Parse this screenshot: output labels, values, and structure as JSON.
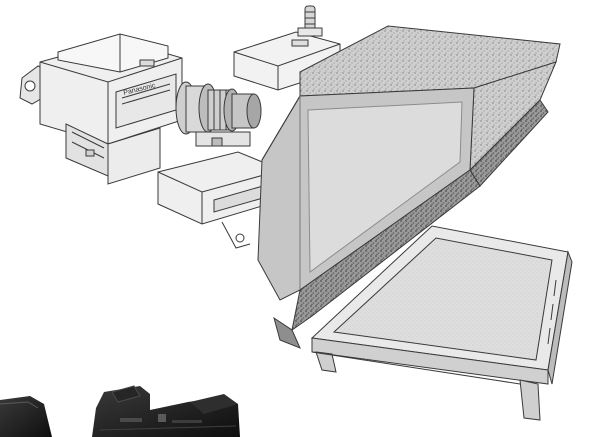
{
  "image": {
    "subject": "teleprompter",
    "components": [
      "broadcast-camera",
      "camera-lens",
      "teleprompter-hood",
      "teleprompter-monitor",
      "camera-mount-plate",
      "photo-thumbnail-camera"
    ]
  },
  "camera": {
    "brand_label": "Panasonic"
  },
  "colors": {
    "background": "#ffffff",
    "line_art": "#3a3a3a",
    "hood_fill": "#c9c9c9",
    "hood_texture": "#8a8a8a",
    "monitor_screen": "#d8d8d8",
    "photo_dark": "#1c1c1c"
  }
}
